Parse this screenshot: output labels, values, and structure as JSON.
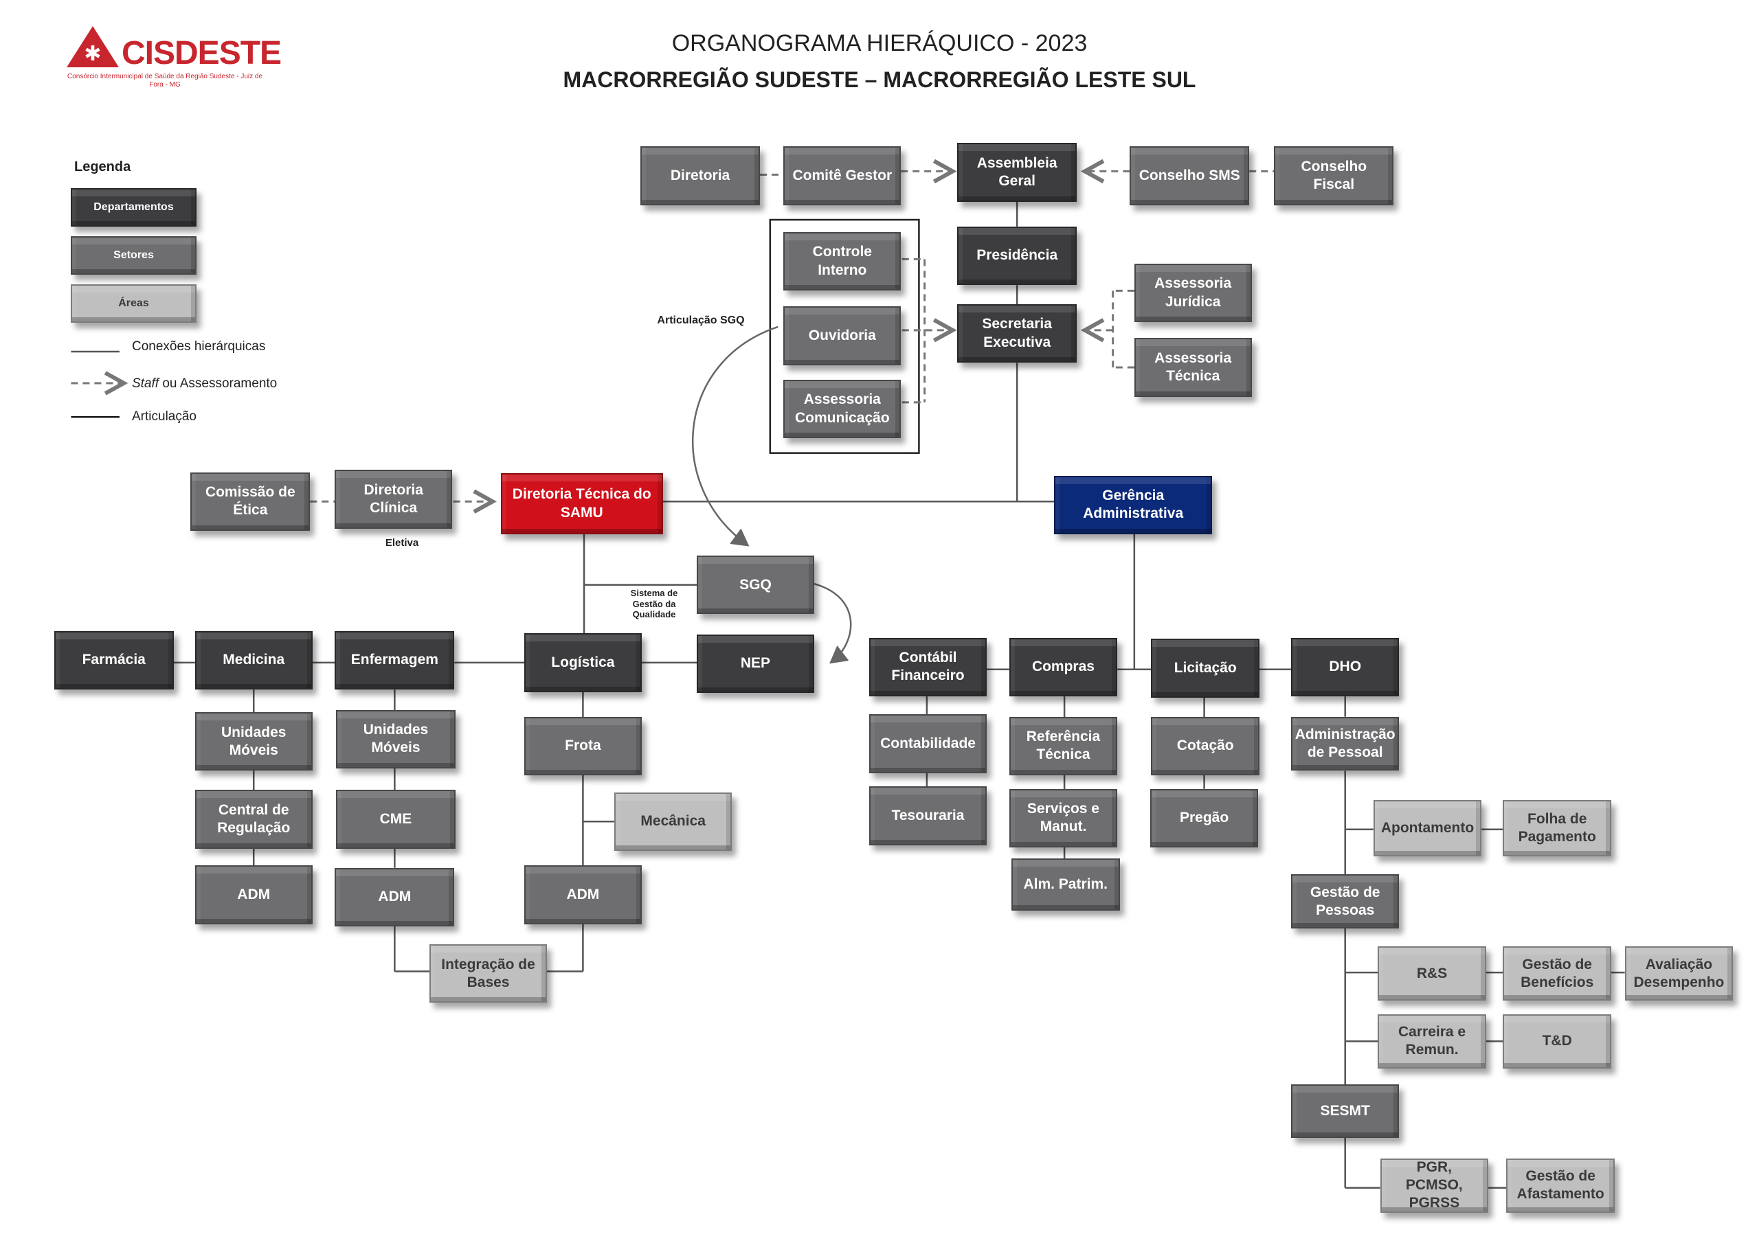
{
  "header": {
    "title": "ORGANOGRAMA HIERÁQUICO - 2023",
    "subtitle": "MACRORREGIÃO SUDESTE – MACRORREGIÃO LESTE SUL"
  },
  "logo": {
    "name": "CISDESTE",
    "subtitle": "Consórcio Intermunicipal de Saúde da Região Sudeste - Juiz de Fora - MG"
  },
  "legend": {
    "title": "Legenda",
    "departamentos": "Departamentos",
    "setores": "Setores",
    "areas": "Áreas",
    "hierarchical": "Conexões hierárquicas",
    "staff_em": "Staff",
    "staff_rest": " ou Assessoramento",
    "articulacao": "Articulação"
  },
  "annotations": {
    "articulacao_sgq": "Articulação SGQ",
    "eletiva": "Eletiva",
    "sgq_full": "Sistema de Gestão da Qualidade"
  },
  "colors": {
    "department": "#3d3d3f",
    "sector": "#6e6e70",
    "area": "#bfbfbf",
    "samu": "#d0111b",
    "gerencia": "#0c2a7a"
  },
  "nodes": {
    "diretoria": "Diretoria",
    "comite": "Comitê Gestor",
    "assembleia": "Assembleia Geral",
    "conselho_sms": "Conselho SMS",
    "conselho_fiscal": "Conselho Fiscal",
    "presidencia": "Presidência",
    "controle": "Controle Interno",
    "ouvidoria": "Ouvidoria",
    "ass_com": "Assessoria Comunicação",
    "secretaria": "Secretaria Executiva",
    "ass_jur": "Assessoria Jurídica",
    "ass_tec": "Assessoria Técnica",
    "comissao": "Comissão de Ética",
    "dir_clinica": "Diretoria Clínica",
    "samu": "Diretoria Técnica do SAMU",
    "gerencia": "Gerência Administrativa",
    "sgq": "SGQ",
    "nep": "NEP",
    "farmacia": "Farmácia",
    "medicina": "Medicina",
    "enfermagem": "Enfermagem",
    "logistica": "Logística",
    "um1": "Unidades Móveis",
    "um2": "Unidades Móveis",
    "regulacao": "Central de Regulação",
    "cme": "CME",
    "adm1": "ADM",
    "adm2": "ADM",
    "frota": "Frota",
    "mecanica": "Mecânica",
    "adm3": "ADM",
    "integracao": "Integração de Bases",
    "contabil": "Contábil Financeiro",
    "compras": "Compras",
    "licitacao": "Licitação",
    "dho": "DHO",
    "contabilidade": "Contabilidade",
    "tesouraria": "Tesouraria",
    "referencia": "Referência Técnica",
    "servicos": "Serviços e Manut.",
    "alm": "Alm. Patrim.",
    "cotacao": "Cotação",
    "pregao": "Pregão",
    "adm_pessoal": "Administração de Pessoal",
    "apontamento": "Apontamento",
    "folha": "Folha de Pagamento",
    "gestao_pessoas": "Gestão de Pessoas",
    "rs": "R&S",
    "beneficios": "Gestão de Benefícios",
    "avaliacao": "Avaliação Desempenho",
    "carreira": "Carreira e Remun.",
    "td": "T&D",
    "sesmt": "SESMT",
    "pgr": "PGR, PCMSO, PGRSS",
    "afastamento": "Gestão de Afastamento"
  }
}
